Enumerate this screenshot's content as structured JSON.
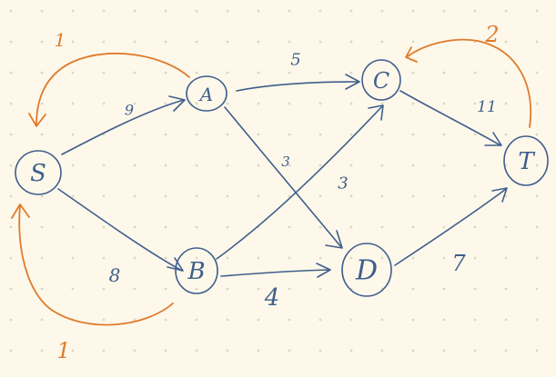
{
  "diagram": {
    "type": "directed graph (flow network)",
    "colors": {
      "background": "#fdf8ea",
      "dots": "#ddd6c4",
      "ink": "#3f5f8c",
      "back_edges": "#e07b2c"
    },
    "nodes": [
      {
        "id": "S",
        "label": "S"
      },
      {
        "id": "A",
        "label": "A"
      },
      {
        "id": "B",
        "label": "B"
      },
      {
        "id": "C",
        "label": "C"
      },
      {
        "id": "D",
        "label": "D"
      },
      {
        "id": "T",
        "label": "T"
      }
    ],
    "edges": [
      {
        "from": "S",
        "to": "A",
        "label": "9",
        "color": "blue"
      },
      {
        "from": "S",
        "to": "B",
        "label": "8",
        "color": "blue"
      },
      {
        "from": "A",
        "to": "C",
        "label": "5",
        "color": "blue"
      },
      {
        "from": "A",
        "to": "D",
        "label": "3",
        "color": "blue"
      },
      {
        "from": "B",
        "to": "C",
        "label": "3",
        "color": "blue"
      },
      {
        "from": "B",
        "to": "D",
        "label": "4",
        "color": "blue"
      },
      {
        "from": "C",
        "to": "T",
        "label": "11",
        "color": "blue"
      },
      {
        "from": "D",
        "to": "T",
        "label": "7",
        "color": "blue"
      },
      {
        "from": "A",
        "to": "S",
        "label": "1",
        "color": "orange"
      },
      {
        "from": "B",
        "to": "S",
        "label": "1",
        "color": "orange"
      },
      {
        "from": "T",
        "to": "C",
        "label": "2",
        "color": "orange"
      }
    ]
  }
}
